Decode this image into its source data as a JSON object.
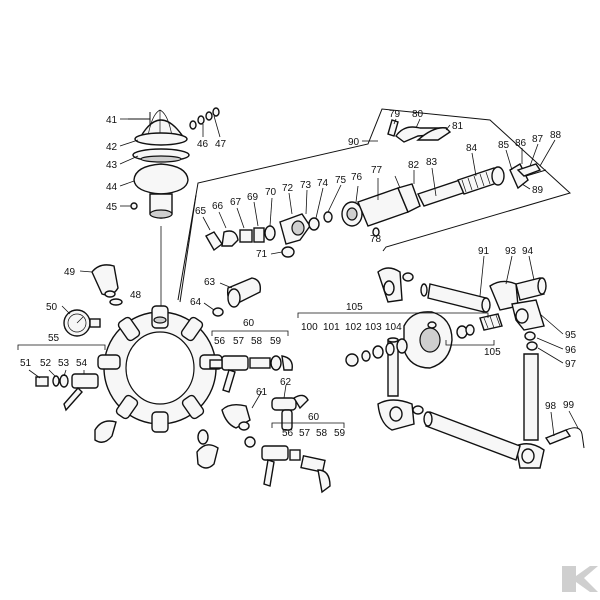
{
  "callouts": {
    "c41": "41",
    "c42": "42",
    "c43": "43",
    "c44": "44",
    "c45": "45",
    "c46": "46",
    "c47": "47",
    "c48": "48",
    "c49": "49",
    "c50": "50",
    "c51": "51",
    "c52": "52",
    "c53": "53",
    "c54": "54",
    "c55": "55",
    "c56a": "56",
    "c57a": "57",
    "c58a": "58",
    "c59a": "59",
    "c60a": "60",
    "c56b": "56",
    "c57b": "57",
    "c58b": "58",
    "c59b": "59",
    "c60b": "60",
    "c61": "61",
    "c62": "62",
    "c63": "63",
    "c64": "64",
    "c65": "65",
    "c66": "66",
    "c67": "67",
    "c69": "69",
    "c70": "70",
    "c71": "71",
    "c72": "72",
    "c73": "73",
    "c74": "74",
    "c75": "75",
    "c76": "76",
    "c77": "77",
    "c78": "78",
    "c79": "79",
    "c80": "80",
    "c81": "81",
    "c82": "82",
    "c83": "83",
    "c84": "84",
    "c85": "85",
    "c86": "86",
    "c87": "87",
    "c88": "88",
    "c89": "89",
    "c90": "90",
    "c91": "91",
    "c93": "93",
    "c94": "94",
    "c95": "95",
    "c96": "96",
    "c97": "97",
    "c98": "98",
    "c99": "99",
    "c100": "100",
    "c101": "101",
    "c102": "102",
    "c103": "103",
    "c104": "104",
    "c105a": "105",
    "c105b": "105"
  },
  "logo": {
    "letter": "K",
    "color": "#cfcfcf"
  }
}
